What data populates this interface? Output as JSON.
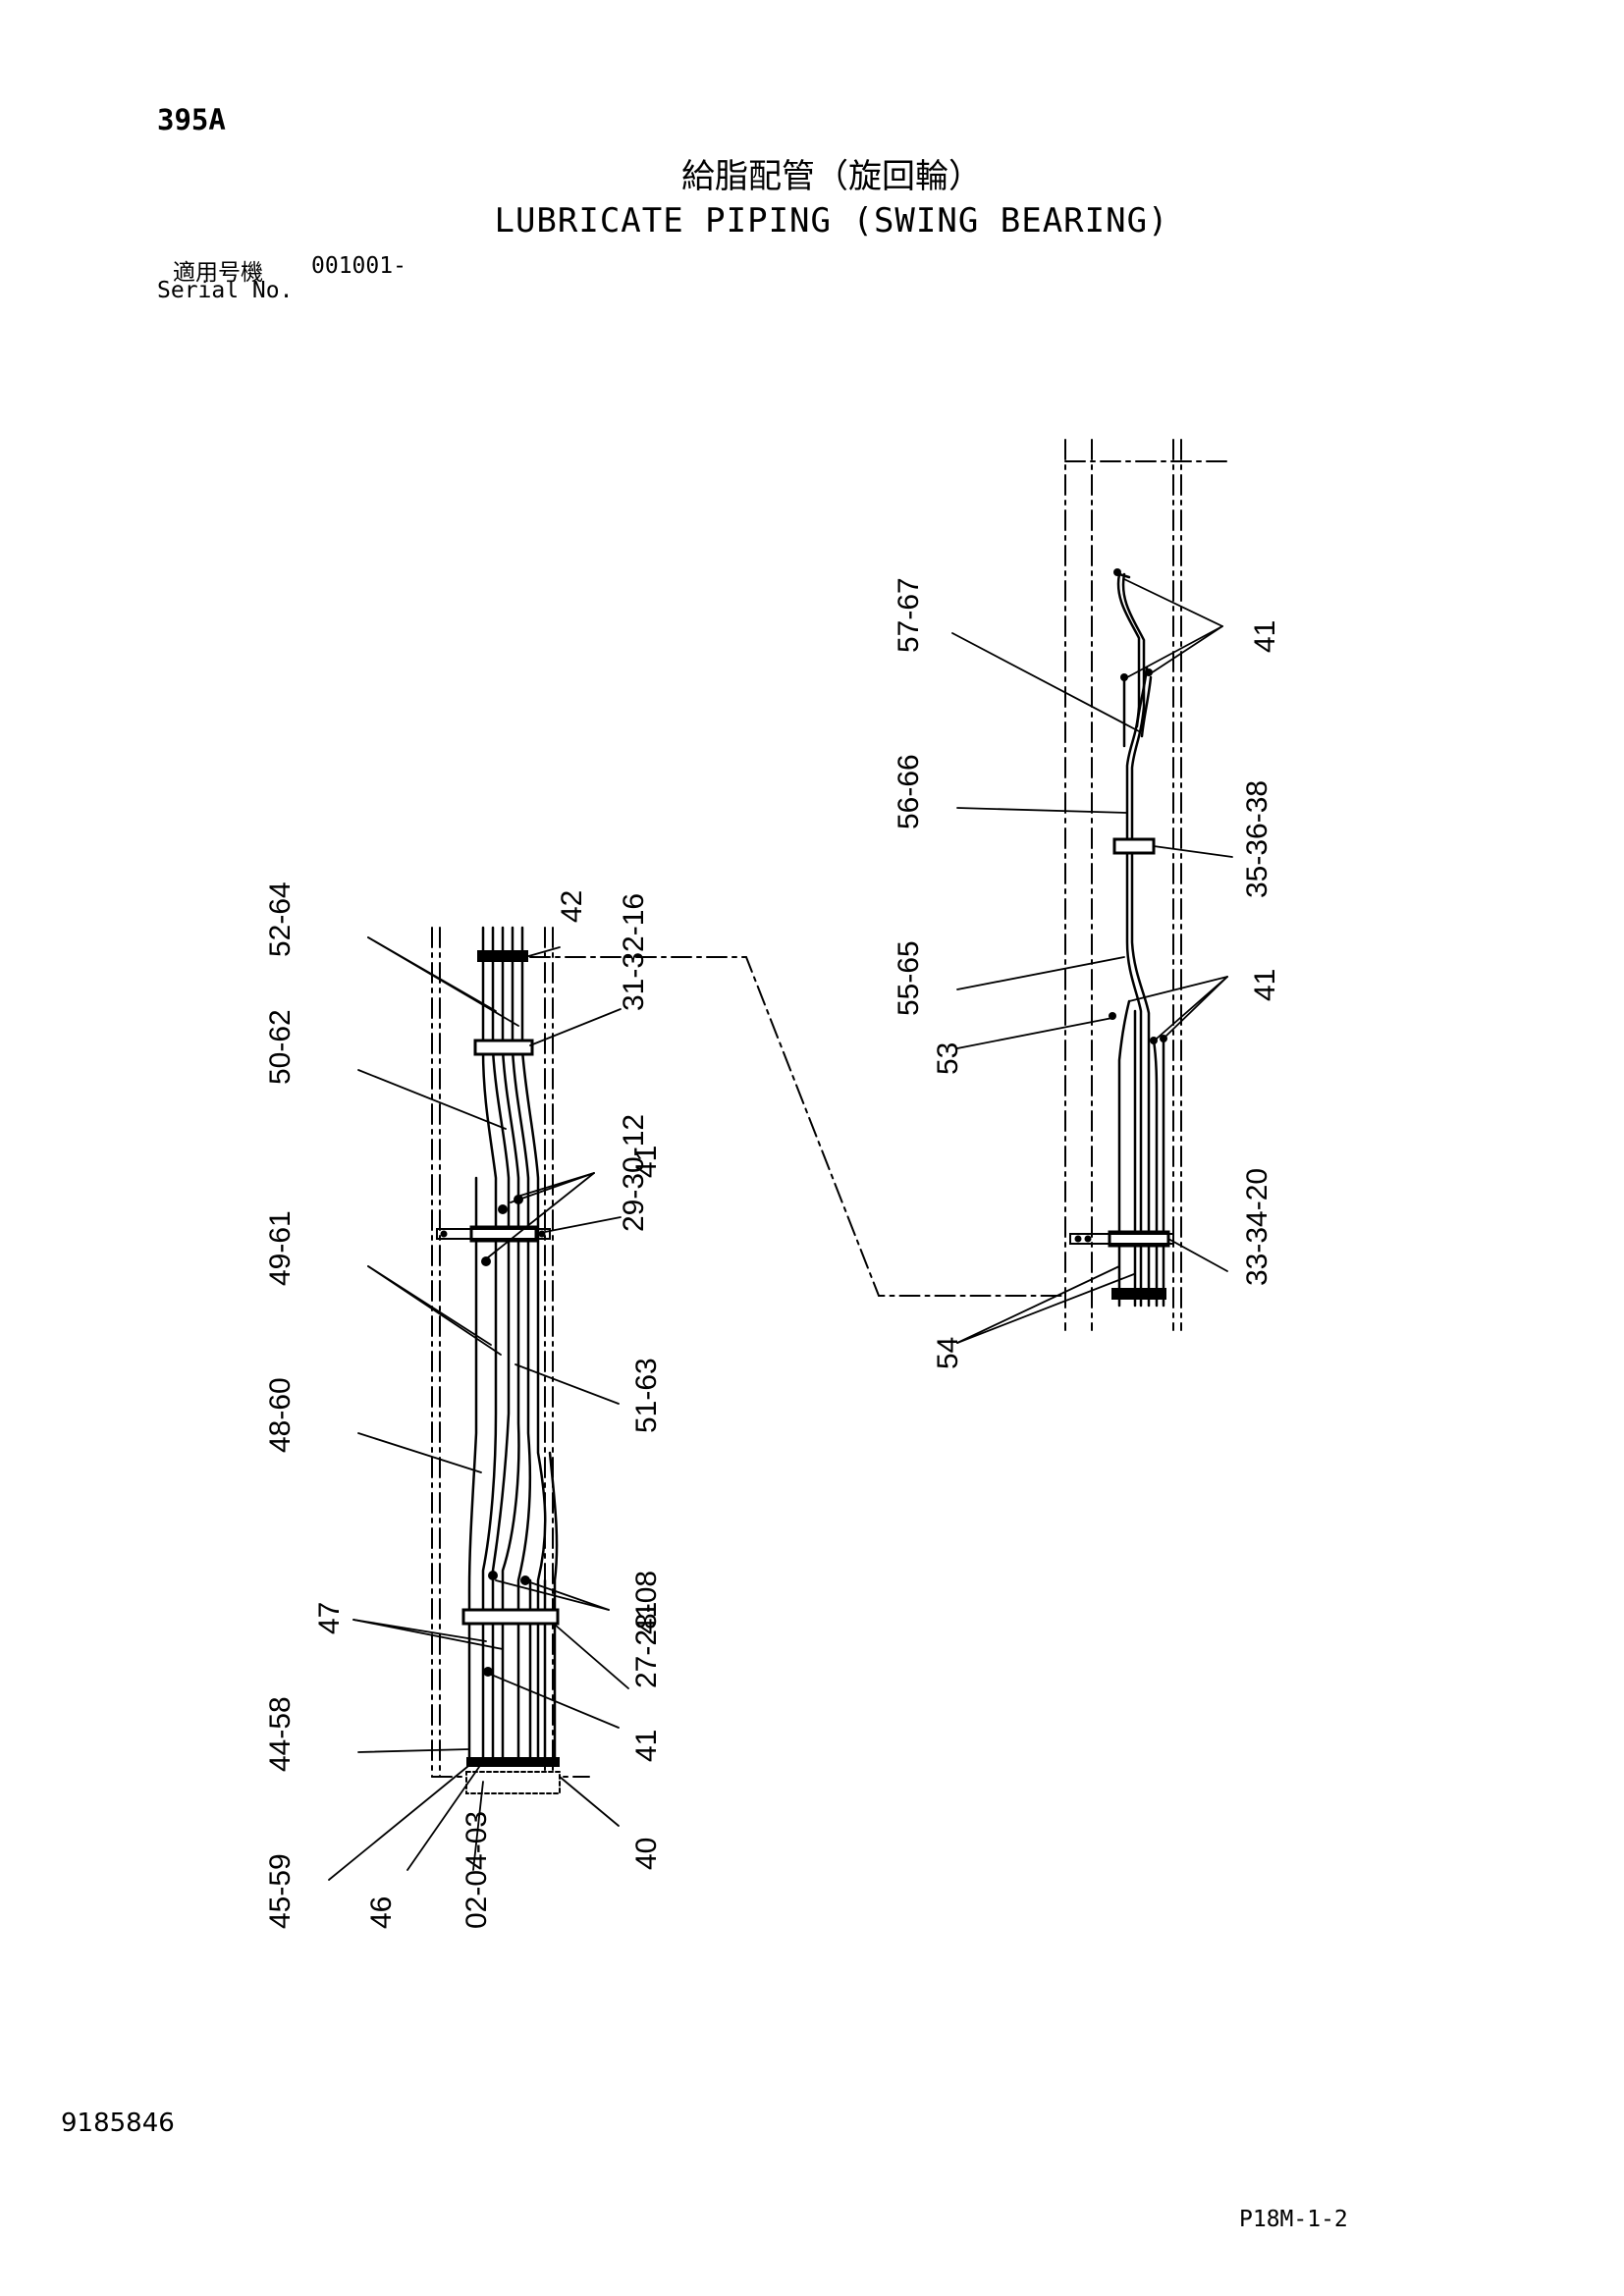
{
  "header": {
    "page_code": "395A",
    "title_jp": "給脂配管（旋回輪）",
    "title_en": "LUBRICATE PIPING (SWING BEARING)",
    "serial_label_jp": "適用号機",
    "serial_value": "001001-",
    "serial_label_en": "Serial No."
  },
  "footer": {
    "doc_number": "9185846",
    "page_ref": "P18M-1-2"
  },
  "callouts": {
    "c52_64": "52-64",
    "c42": "42",
    "c31_32_16": "31-32-16",
    "c50_62": "50-62",
    "c41_a": "41",
    "c29_30_12": "29-30-12",
    "c49_61": "49-61",
    "c51_63": "51-63",
    "c48_60": "48-60",
    "c47": "47",
    "c41_b": "41",
    "c27_28_08": "27-28-08",
    "c41_c": "41",
    "c44_58": "44-58",
    "c40": "40",
    "c45_59": "45-59",
    "c46": "46",
    "c02_04_03": "02-04-03",
    "c57_67": "57-67",
    "c41_d": "41",
    "c56_66": "56-66",
    "c35_36_38": "35-36-38",
    "c55_65": "55-65",
    "c41_e": "41",
    "c53": "53",
    "c33_34_20": "33-34-20",
    "c54": "54"
  }
}
